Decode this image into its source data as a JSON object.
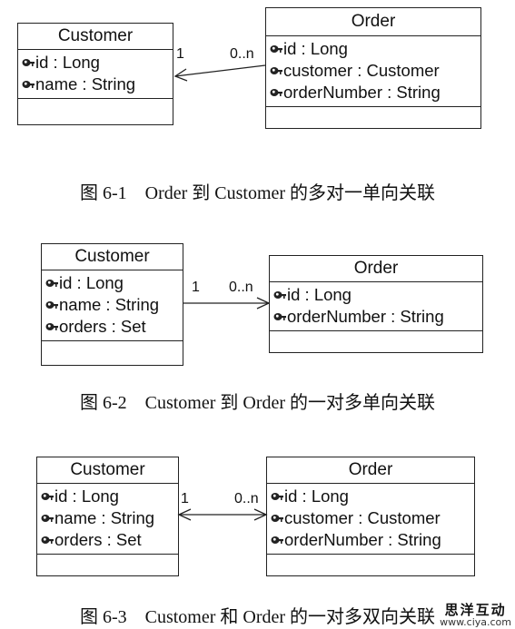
{
  "figures": [
    {
      "caption": {
        "number": "图 6-1",
        "text": "Order 到 Customer 的多对一单向关联"
      },
      "left_class": {
        "name": "Customer",
        "attributes": [
          "id : Long",
          "name : String"
        ]
      },
      "right_class": {
        "name": "Order",
        "attributes": [
          "id : Long",
          "customer : Customer",
          "orderNumber : String"
        ]
      },
      "association": {
        "left_multiplicity": "1",
        "right_multiplicity": "0..n",
        "navigability": "right-to-left"
      }
    },
    {
      "caption": {
        "number": "图 6-2",
        "text": "Customer 到 Order 的一对多单向关联"
      },
      "left_class": {
        "name": "Customer",
        "attributes": [
          "id : Long",
          "name : String",
          "orders : Set"
        ]
      },
      "right_class": {
        "name": "Order",
        "attributes": [
          "id : Long",
          "orderNumber : String"
        ]
      },
      "association": {
        "left_multiplicity": "1",
        "right_multiplicity": "0..n",
        "navigability": "left-to-right"
      }
    },
    {
      "caption": {
        "number": "图 6-3",
        "text": "Customer 和 Order 的一对多双向关联"
      },
      "left_class": {
        "name": "Customer",
        "attributes": [
          "id : Long",
          "name : String",
          "orders : Set"
        ]
      },
      "right_class": {
        "name": "Order",
        "attributes": [
          "id : Long",
          "customer : Customer",
          "orderNumber : String"
        ]
      },
      "association": {
        "left_multiplicity": "1",
        "right_multiplicity": "0..n",
        "navigability": "bidirectional"
      }
    }
  ],
  "watermark": {
    "text": "思洋互动",
    "url": "www.ciya.com"
  },
  "icons": {
    "attribute": "key-icon"
  },
  "colors": {
    "line": "#222222",
    "background": "#ffffff"
  }
}
